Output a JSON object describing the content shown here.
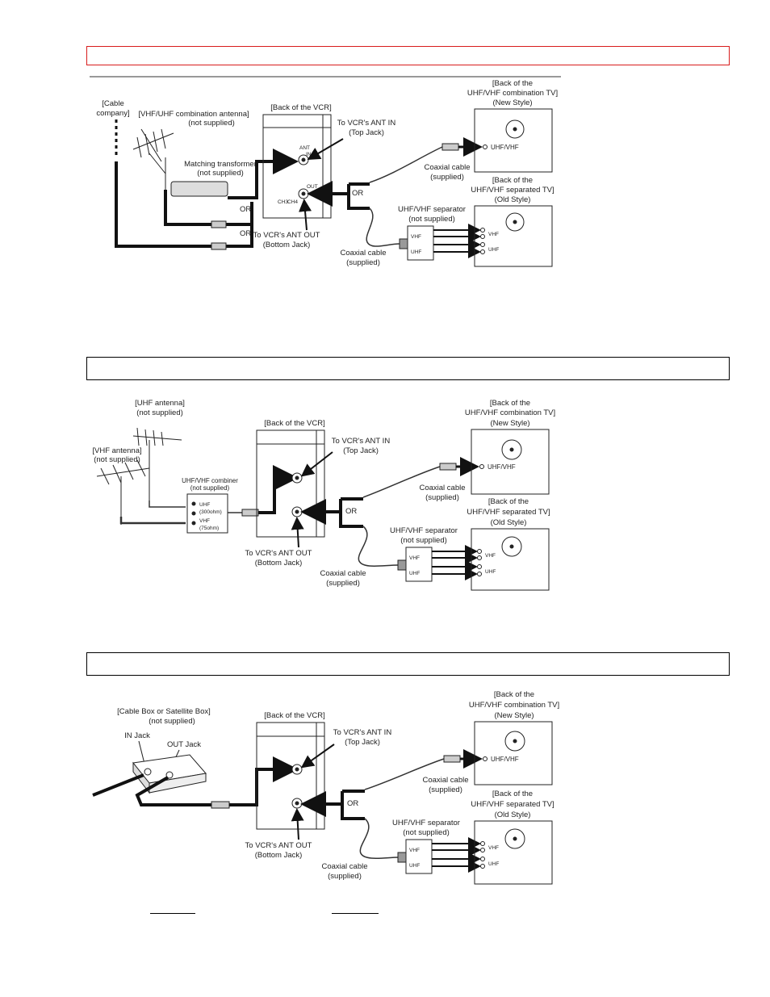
{
  "diagram1": {
    "cable_company": [
      "[Cable",
      "company]"
    ],
    "antenna": [
      "[VHF/UHF combination antenna]",
      "(not supplied)"
    ],
    "vcr_back": "[Back of the VCR]",
    "ant_in_label": [
      "To VCR's ANT IN",
      "(Top Jack)"
    ],
    "ant_out_label": [
      "To VCR's ANT OUT",
      "(Bottom Jack)"
    ],
    "transformer": [
      "Matching transformer",
      "(not supplied)"
    ],
    "or1": "OR",
    "or2": "OR",
    "or3": "OR",
    "tv_new": [
      "[Back of the",
      "UHF/VHF combination TV]",
      "(New Style)"
    ],
    "tv_old": [
      "[Back of the",
      "UHF/VHF separated TV]",
      "(Old Style)"
    ],
    "coax1": [
      "Coaxial cable",
      "(supplied)"
    ],
    "coax2": [
      "Coaxial cable",
      "(supplied)"
    ],
    "separator": [
      "UHF/VHF separator",
      "(not supplied)"
    ],
    "uhf_vhf": "UHF/VHF",
    "vhf": "VHF",
    "uhf": "UHF",
    "ant": "ANT",
    "in": "IN",
    "out": "OUT",
    "ch3": "CH3",
    "ch4": "CH4"
  },
  "diagram2": {
    "uhf_antenna": [
      "[UHF antenna]",
      "(not supplied)"
    ],
    "vhf_antenna": [
      "[VHF antenna]",
      "(not supplied)"
    ],
    "combiner": [
      "UHF/VHF combiner",
      "(not supplied)"
    ],
    "combiner_uhf": [
      "UHF",
      "(300ohm)"
    ],
    "combiner_vhf": [
      "VHF",
      "(75ohm)"
    ],
    "vcr_back": "[Back of the VCR]",
    "ant_in_label": [
      "To VCR's ANT IN",
      "(Top Jack)"
    ],
    "ant_out_label": [
      "To VCR's ANT OUT",
      "(Bottom Jack)"
    ],
    "or": "OR",
    "tv_new": [
      "[Back of the",
      "UHF/VHF combination TV]",
      "(New Style)"
    ],
    "tv_old": [
      "[Back of the",
      "UHF/VHF separated TV]",
      "(Old Style)"
    ],
    "coax1": [
      "Coaxial cable",
      "(supplied)"
    ],
    "coax2": [
      "Coaxial cable",
      "(supplied)"
    ],
    "separator": [
      "UHF/VHF separator",
      "(not supplied)"
    ],
    "uhf_vhf": "UHF/VHF",
    "vhf": "VHF",
    "uhf": "UHF"
  },
  "diagram3": {
    "box": [
      "[Cable Box or Satellite Box]",
      "(not supplied)"
    ],
    "in_jack": "IN Jack",
    "out_jack": "OUT Jack",
    "vcr_back": "[Back of the VCR]",
    "ant_in_label": [
      "To VCR's ANT IN",
      "(Top Jack)"
    ],
    "ant_out_label": [
      "To VCR's ANT OUT",
      "(Bottom Jack)"
    ],
    "or": "OR",
    "tv_new": [
      "[Back of the",
      "UHF/VHF combination TV]",
      "(New Style)"
    ],
    "tv_old": [
      "[Back of the",
      "UHF/VHF separated TV]",
      "(Old Style)"
    ],
    "coax1": [
      "Coaxial cable",
      "(supplied)"
    ],
    "coax2": [
      "Coaxial cable",
      "(supplied)"
    ],
    "separator": [
      "UHF/VHF separator",
      "(not supplied)"
    ],
    "uhf_vhf": "UHF/VHF",
    "vhf": "VHF",
    "uhf": "UHF"
  },
  "colors": {
    "section1_border": "#d81c1c",
    "section_border": "#000000"
  }
}
